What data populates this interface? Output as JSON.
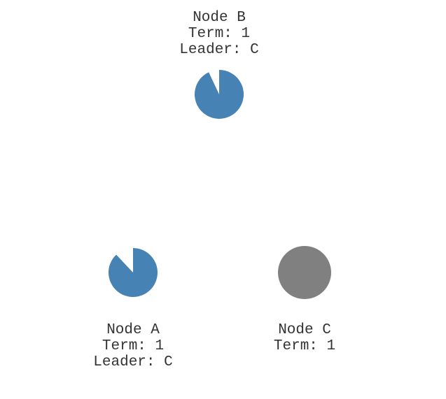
{
  "nodes": {
    "b": {
      "name": "Node B",
      "term": "Term: 1",
      "leader": "Leader: C",
      "state": "follower",
      "timeout_remaining_fraction": 0.93
    },
    "a": {
      "name": "Node A",
      "term": "Term: 1",
      "leader": "Leader: C",
      "state": "follower",
      "timeout_remaining_fraction": 0.88
    },
    "c": {
      "name": "Node C",
      "term": "Term: 1",
      "state": "leader"
    }
  },
  "colors": {
    "follower": "#4682b4",
    "leader": "#808080",
    "text": "#333333",
    "background": "#ffffff"
  }
}
